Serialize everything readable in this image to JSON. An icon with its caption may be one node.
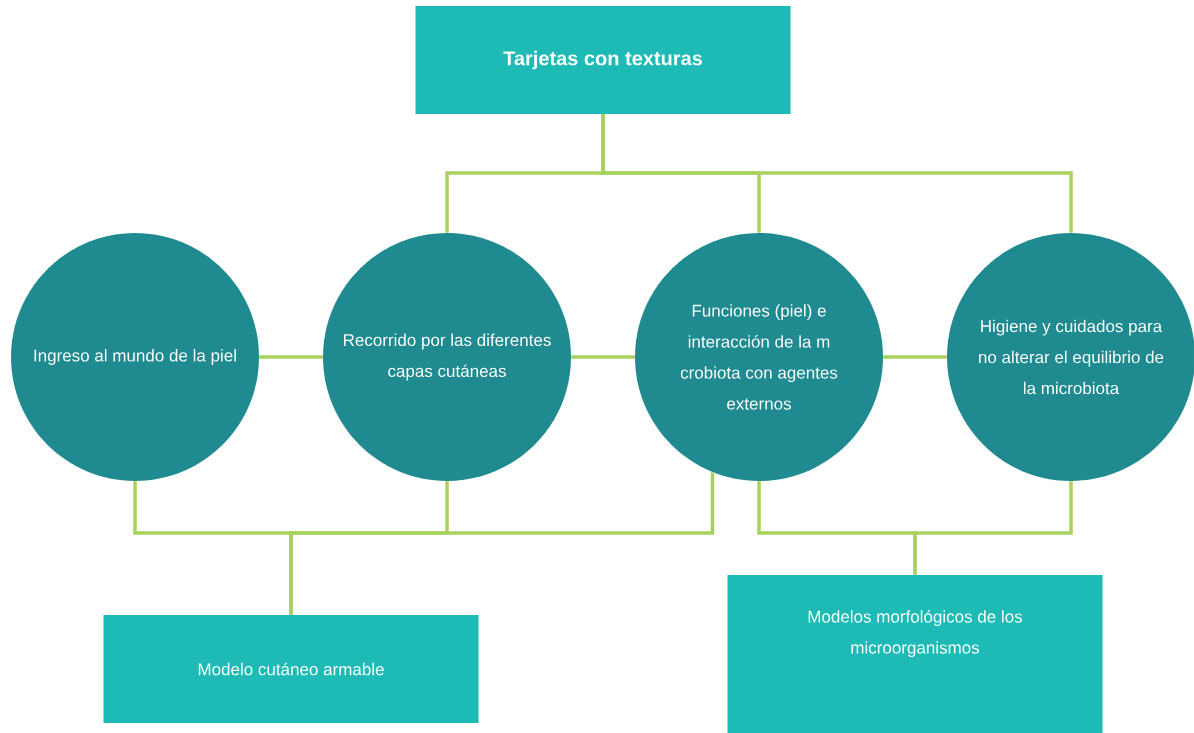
{
  "diagram": {
    "nodes": [
      {
        "text": [
          "Tarjetas con texturas"
        ]
      },
      {
        "text": [
          "Ingreso al mundo de la piel"
        ]
      },
      {
        "text": [
          "Recorrido por las diferentes capas cutáneas"
        ]
      },
      {
        "text": [
          "Funciones (piel) e interacción de la m crobiota con agentes externos"
        ]
      },
      {
        "text": [
          "Higiene y cuidados para no alterar el equilibrio de la microbiota"
        ]
      },
      {
        "text": [
          "Modelo cutáneo armable"
        ]
      },
      {
        "text": [
          "Modelos morfológicos de los microorganismos"
        ]
      }
    ],
    "edges": [
      {
        "from": 0,
        "to": 2,
        "arrow": "none"
      },
      {
        "from": 0,
        "to": 3,
        "arrow": "none"
      },
      {
        "from": 0,
        "to": 4,
        "arrow": "none"
      },
      {
        "from": 1,
        "to": 2,
        "arrow": "none"
      },
      {
        "from": 2,
        "to": 3,
        "arrow": "none"
      },
      {
        "from": 3,
        "to": 4,
        "arrow": "none"
      },
      {
        "from": 1,
        "to": 5,
        "arrow": "none"
      },
      {
        "from": 2,
        "to": 5,
        "arrow": "none"
      },
      {
        "from": 3,
        "to": 5,
        "arrow": "none"
      },
      {
        "from": 3,
        "to": 6,
        "arrow": "none"
      },
      {
        "from": 4,
        "to": 6,
        "arrow": "none"
      }
    ]
  }
}
